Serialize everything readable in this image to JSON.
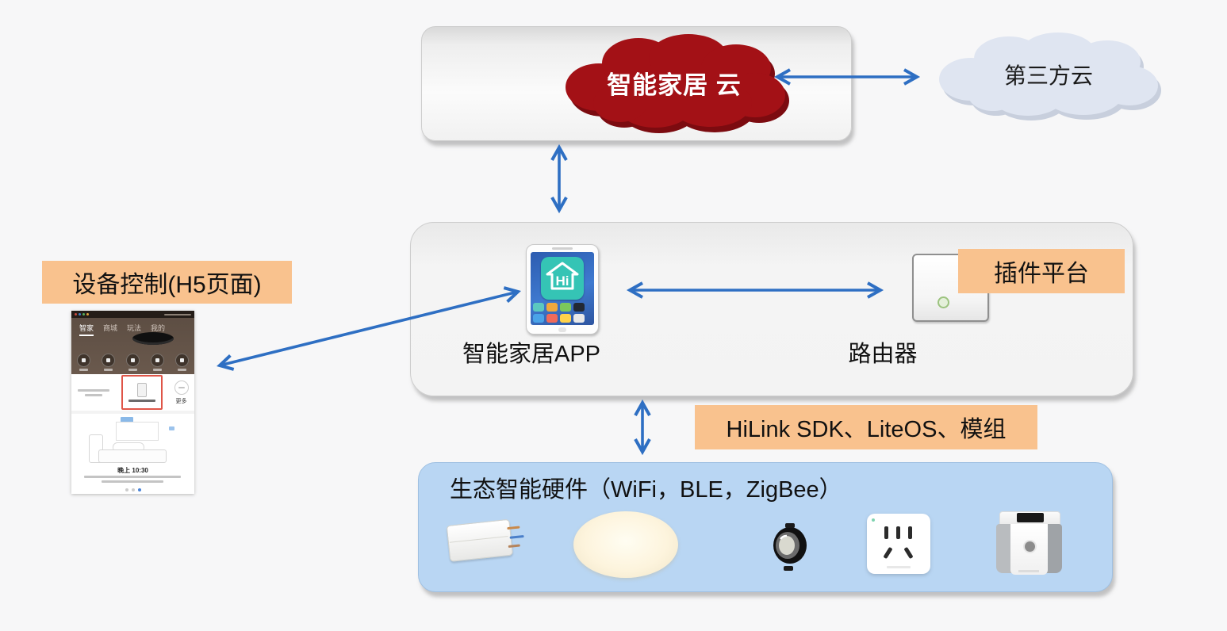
{
  "palette": {
    "arrow_blue": "#2E6FC3",
    "label_orange": "#F9C28E",
    "cloud_red": "#A31116",
    "cloud_red_shadow": "#7C0B10",
    "third_party_cloud_fill": "#DFE5F1",
    "hardware_panel_blue": "#B9D6F3",
    "hilink_teal": "#35C4B5"
  },
  "cloud_layer": {
    "smart_home_cloud_label": "智能家居 云",
    "third_party_cloud_label": "第三方云"
  },
  "app_layer": {
    "app_label": "智能家居APP",
    "app_icon_text": "Hi",
    "router_label": "路由器",
    "plugin_platform_label": "插件平台"
  },
  "device_control": {
    "label": "设备控制(H5页面)"
  },
  "middleware": {
    "label": "HiLink SDK、LiteOS、模组"
  },
  "hardware_layer": {
    "title": "生态智能硬件（WiFi，BLE，ZigBee）",
    "device_icons": [
      "gateway-module",
      "ceiling-light",
      "spotlight",
      "smart-socket",
      "smart-speaker"
    ]
  },
  "app_screenshot": {
    "tabs": [
      "智家",
      "商城",
      "玩法",
      "我的"
    ],
    "more_label": "更多",
    "scene_time": "晚上 10:30"
  }
}
